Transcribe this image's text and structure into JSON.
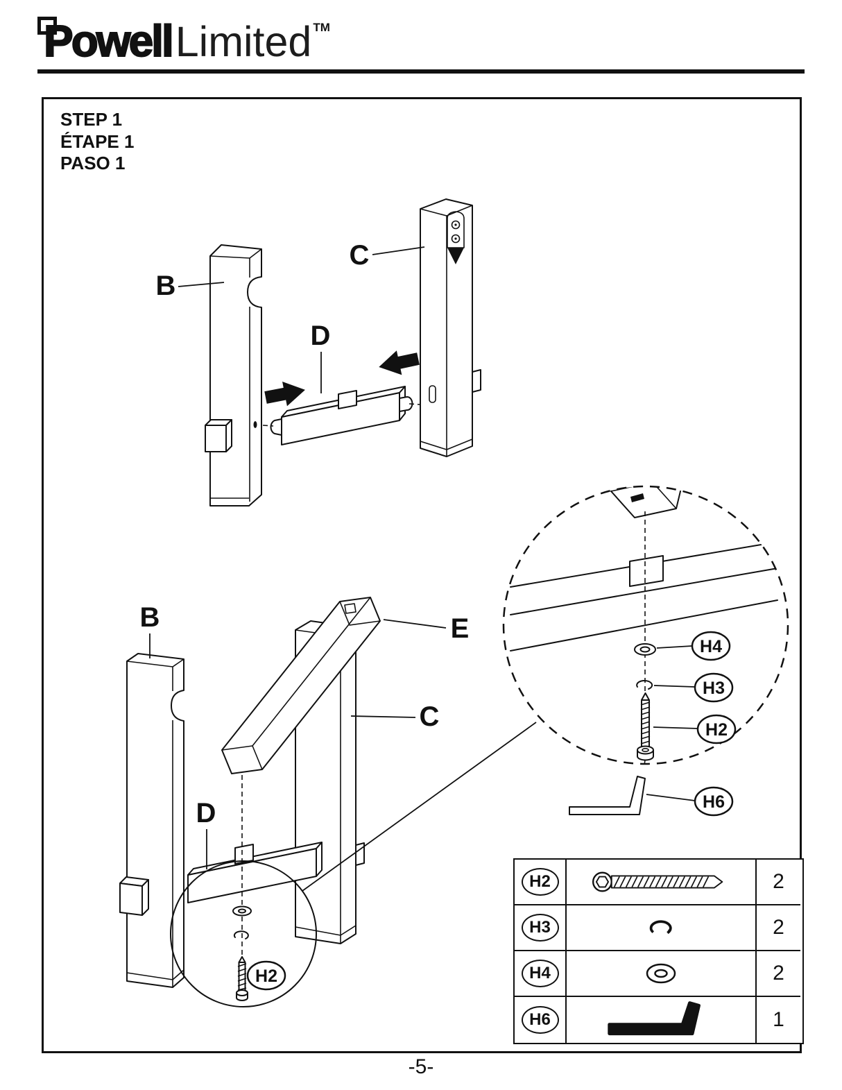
{
  "brand": {
    "name_bold": "Powell",
    "name_light": "Limited",
    "trademark": "TM"
  },
  "step": {
    "line1": "STEP 1",
    "line2": "ÉTAPE 1",
    "line3": "PASO 1"
  },
  "top_diagram": {
    "label_b": "B",
    "label_c": "C",
    "label_d": "D"
  },
  "bottom_diagram": {
    "label_b": "B",
    "label_c": "C",
    "label_d": "D",
    "label_e": "E",
    "callout_h2": "H2"
  },
  "zoom_detail": {
    "callout_h4": "H4",
    "callout_h3": "H3",
    "callout_h2": "H2",
    "callout_h6": "H6"
  },
  "hardware_table": {
    "rows": [
      {
        "id": "H2",
        "icon": "socket-head-screw",
        "qty": "2"
      },
      {
        "id": "H3",
        "icon": "lock-washer",
        "qty": "2"
      },
      {
        "id": "H4",
        "icon": "flat-washer",
        "qty": "2"
      },
      {
        "id": "H6",
        "icon": "allen-wrench",
        "qty": "1"
      }
    ]
  },
  "footer": {
    "page_number": "-5-"
  }
}
